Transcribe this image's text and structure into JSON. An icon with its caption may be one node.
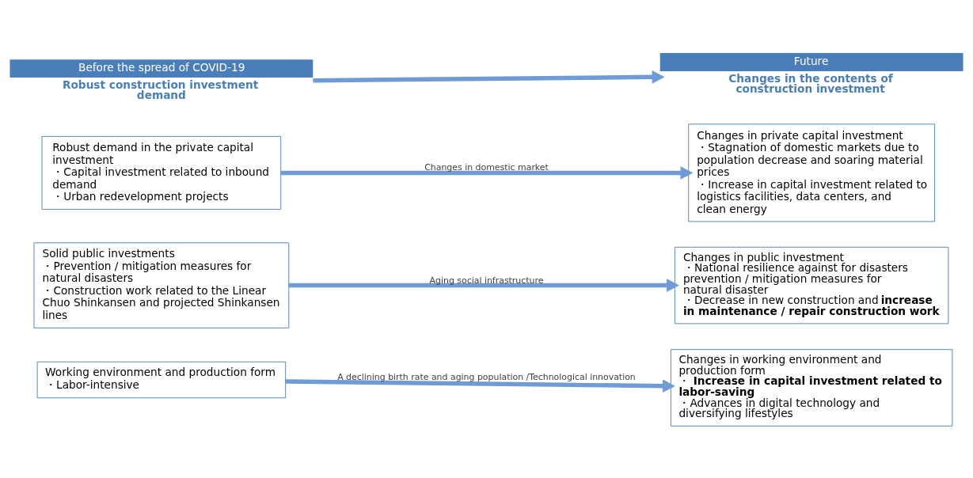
{
  "diagram": {
    "nodes": [
      {
        "text": [
          "Before the spread of COVID-19",
          "Robust construction investment demand"
        ]
      },
      {
        "text": [
          "Future",
          "Changes in the contents of construction investment"
        ]
      },
      {
        "text": [
          "Robust demand in the private capital investment",
          "・Capital investment related to inbound demand",
          "・Urban redevelopment projects"
        ]
      },
      {
        "text": [
          "Solid public investments",
          "・Prevention / mitigation measures for natural disasters",
          "・Construction work related to the Linear Chuo Shinkansen and projected Shinkansen lines"
        ]
      },
      {
        "text": [
          "Working environment and production form",
          "・Labor-intensive"
        ]
      },
      {
        "text": [
          "Changes in private capital investment",
          "・Stagnation of domestic markets due to population decrease and soaring material prices",
          "・Increase in capital investment related to logistics facilities, data centers, and clean energy"
        ]
      },
      {
        "text": [
          "Changes in public investment",
          "・National resilience against for disasters prevention / mitigation measures for  natural disaster",
          "・Decrease in new construction and **increase in maintenance / repair construction work**"
        ]
      },
      {
        "text": [
          "Changes in working environment and production form",
          "・**Increase in capital investment related to labor-saving**",
          "・Advances in digital technology and diversifying lifestyles"
        ]
      }
    ],
    "edges": [
      {
        "from": 0,
        "to": 1,
        "arrow": "to"
      },
      {
        "from": 2,
        "to": 5,
        "arrow": "to",
        "label": "Changes in domestic market"
      },
      {
        "from": 3,
        "to": 6,
        "arrow": "to",
        "label": "Aging social infrastructure"
      },
      {
        "from": 4,
        "to": 7,
        "arrow": "to",
        "label": "A declining birth rate and aging population /Technological innovation"
      }
    ]
  }
}
